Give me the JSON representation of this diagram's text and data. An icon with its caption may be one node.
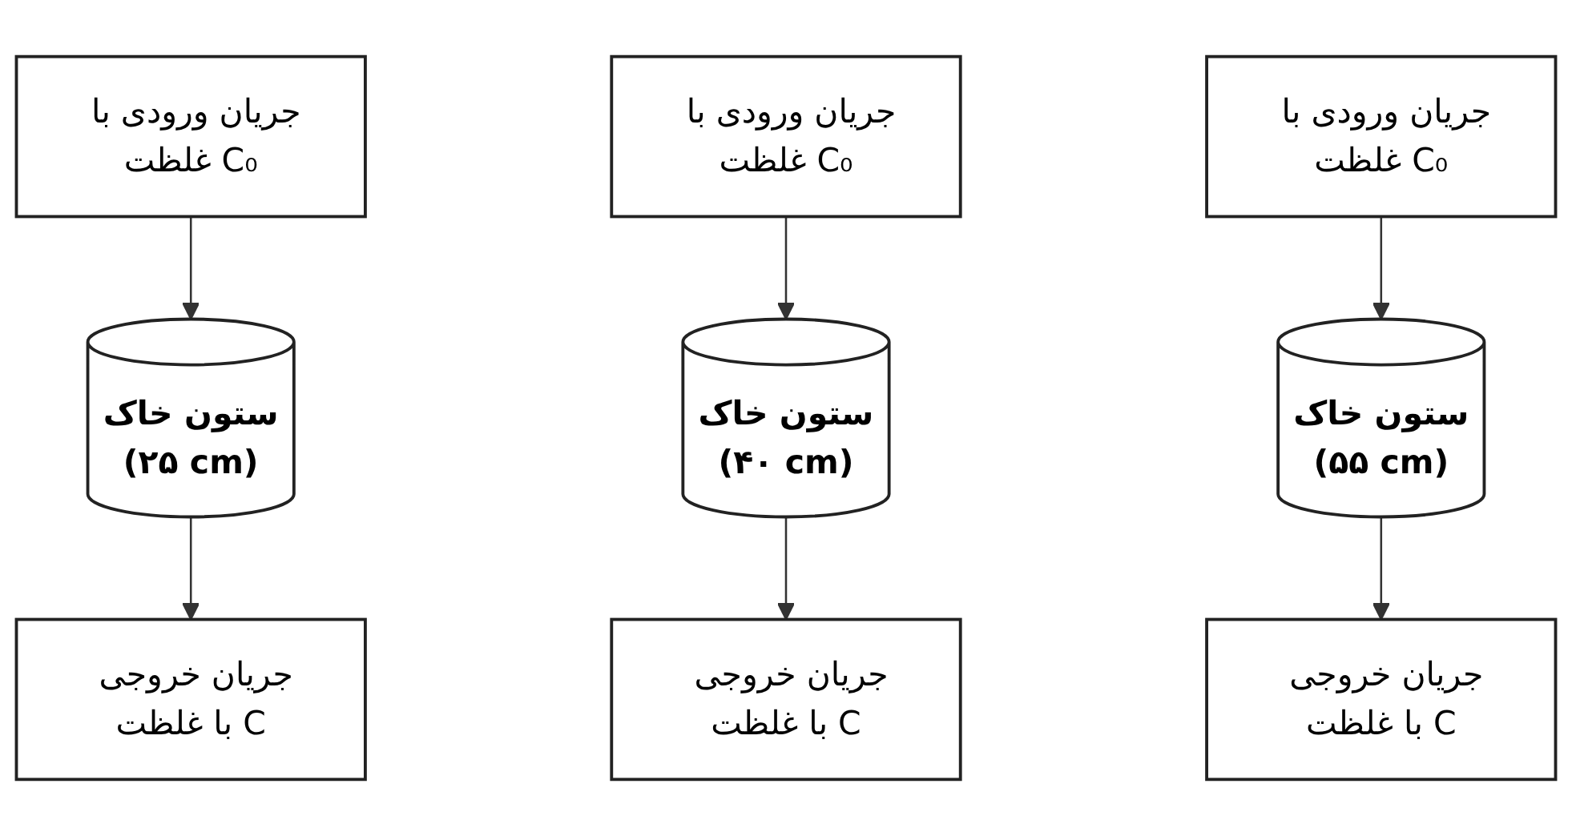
{
  "diagram": {
    "nodes": [
      {
        "text": [
          "جریان ورودی با غلظت C₀"
        ]
      },
      {
        "text": [
          "ستون خاک",
          "(۲۵ cm)"
        ]
      },
      {
        "text": [
          "جریان خروجی با غلظت C"
        ]
      },
      {
        "text": [
          "جریان ورودی با غلظت C₀"
        ]
      },
      {
        "text": [
          "ستون خاک",
          "(۴۰ cm)"
        ]
      },
      {
        "text": [
          "جریان خروجی با غلظت C"
        ]
      },
      {
        "text": [
          "جریان ورودی با غلظت C₀"
        ]
      },
      {
        "text": [
          "ستون خاک",
          "(۵۵ cm)"
        ]
      },
      {
        "text": [
          "جریان خروجی با غلظت C"
        ]
      }
    ],
    "edges": [
      {
        "from": 0,
        "to": 1,
        "arrow": "to"
      },
      {
        "from": 1,
        "to": 2,
        "arrow": "to"
      },
      {
        "from": 3,
        "to": 4,
        "arrow": "to"
      },
      {
        "from": 4,
        "to": 5,
        "arrow": "to"
      },
      {
        "from": 6,
        "to": 7,
        "arrow": "to"
      },
      {
        "from": 7,
        "to": 8,
        "arrow": "to"
      }
    ]
  }
}
